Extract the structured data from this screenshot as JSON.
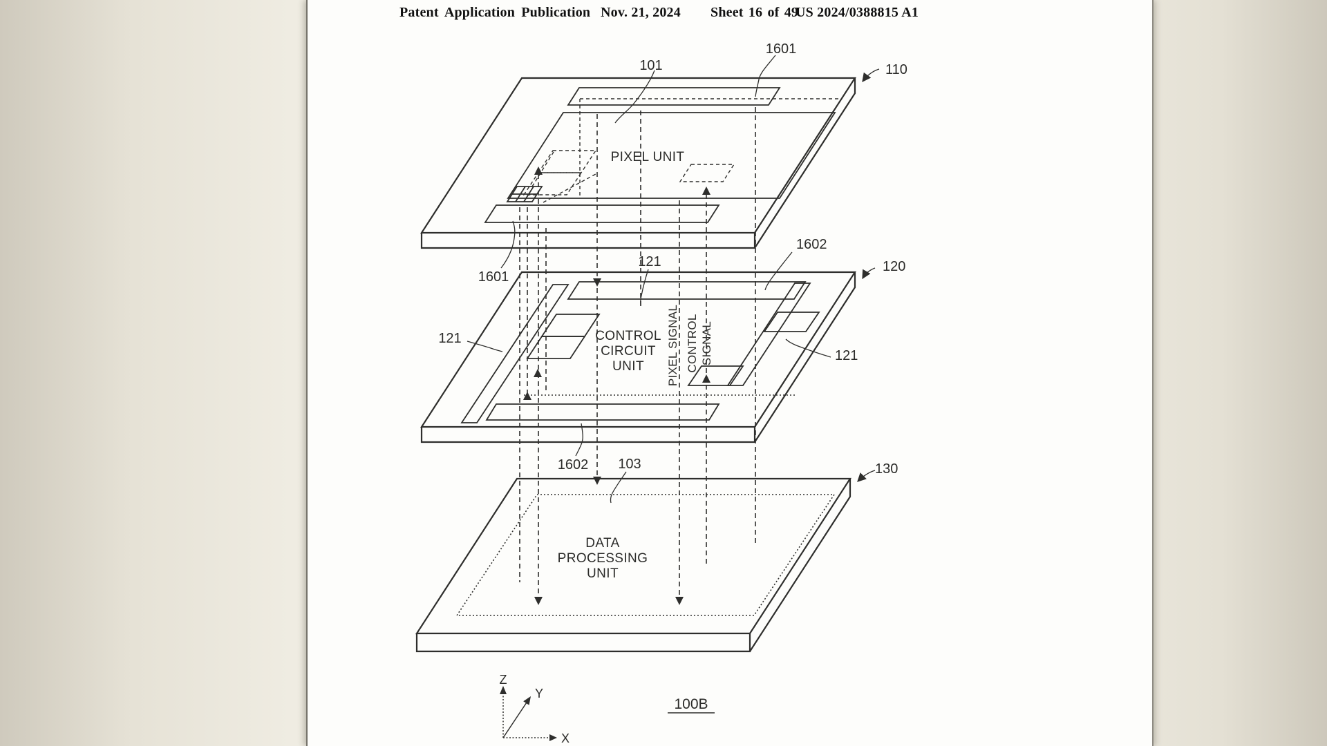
{
  "header": {
    "publication": "Patent Application Publication",
    "date": "Nov. 21, 2024",
    "sheet": "Sheet 16 of 49",
    "patent_number": "US 2024/0388815 A1"
  },
  "figure": {
    "label": "100B",
    "annotations": {
      "r101": "101",
      "r110": "110",
      "r120": "120",
      "r130": "130",
      "r103": "103",
      "r121_top": "121",
      "r121_left": "121",
      "r121_right": "121",
      "r1601_top": "1601",
      "r1601_bottom": "1601",
      "r1602_top": "1602",
      "r1602_bottom": "1602"
    },
    "units": {
      "pixel": "PIXEL UNIT",
      "control": [
        "CONTROL",
        "CIRCUIT",
        "UNIT"
      ],
      "data": [
        "DATA",
        "PROCESSING",
        "UNIT"
      ]
    },
    "signals": {
      "pixel": "PIXEL SIGNAL",
      "control": [
        "CONTROL",
        "SIGNAL"
      ]
    },
    "axes": {
      "x": "X",
      "y": "Y",
      "z": "Z"
    }
  },
  "colors": {
    "paper": "#fdfdfb",
    "background": "#efece2",
    "ink": "#2e2e2c"
  }
}
